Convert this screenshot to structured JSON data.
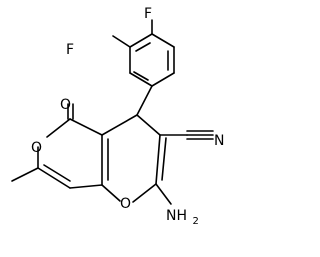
{
  "molecule": {
    "atom_labels": {
      "fluorine_top": "F",
      "fluorine_left": "F",
      "ring_oxygen_left": "O",
      "carbonyl_oxygen": "O",
      "ring_oxygen_bottom": "O",
      "nitrile_nitrogen": "N",
      "amino": "NH",
      "amino_subscript": "2"
    },
    "colors": {
      "bonds": "#000000",
      "labels": "#000000",
      "background": "#ffffff"
    }
  }
}
